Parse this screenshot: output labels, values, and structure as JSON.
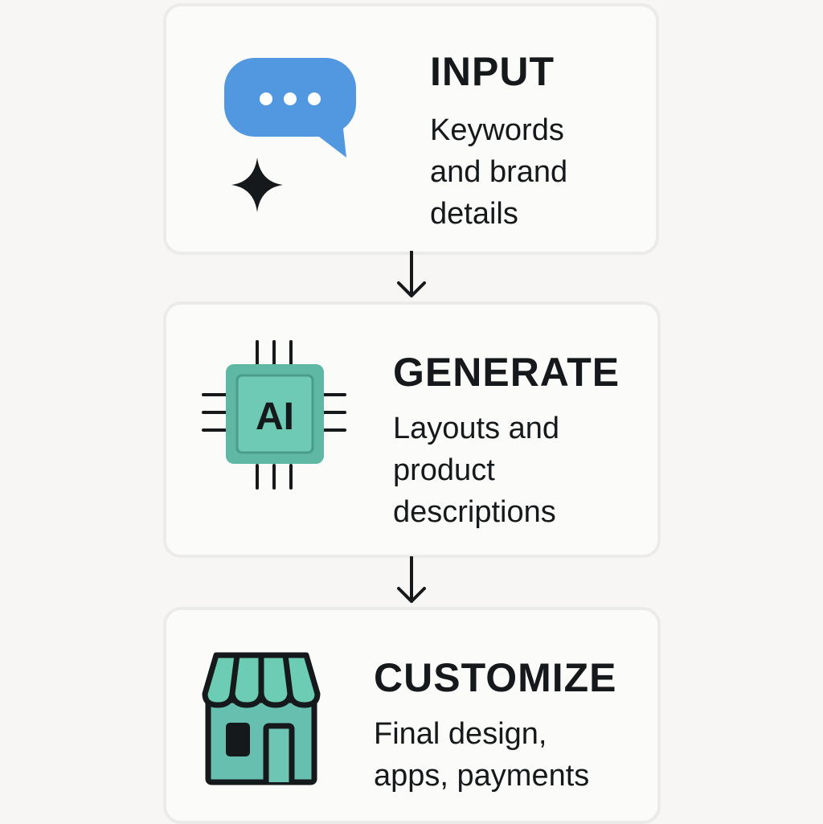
{
  "steps": [
    {
      "title": "INPUT",
      "description": "Keywords\nand brand\ndetails",
      "icon": "chat-bubble-sparkle-icon"
    },
    {
      "title": "GENERATE",
      "description": "Layouts and\nproduct\ndescriptions",
      "icon": "ai-chip-icon",
      "icon_text": "AI"
    },
    {
      "title": "CUSTOMIZE",
      "description": "Final design,\napps, payments",
      "icon": "storefront-icon"
    }
  ],
  "colors": {
    "blue": "#5198e0",
    "teal": "#67c9b0",
    "dark": "#16191b",
    "card_border": "#ebebea"
  }
}
